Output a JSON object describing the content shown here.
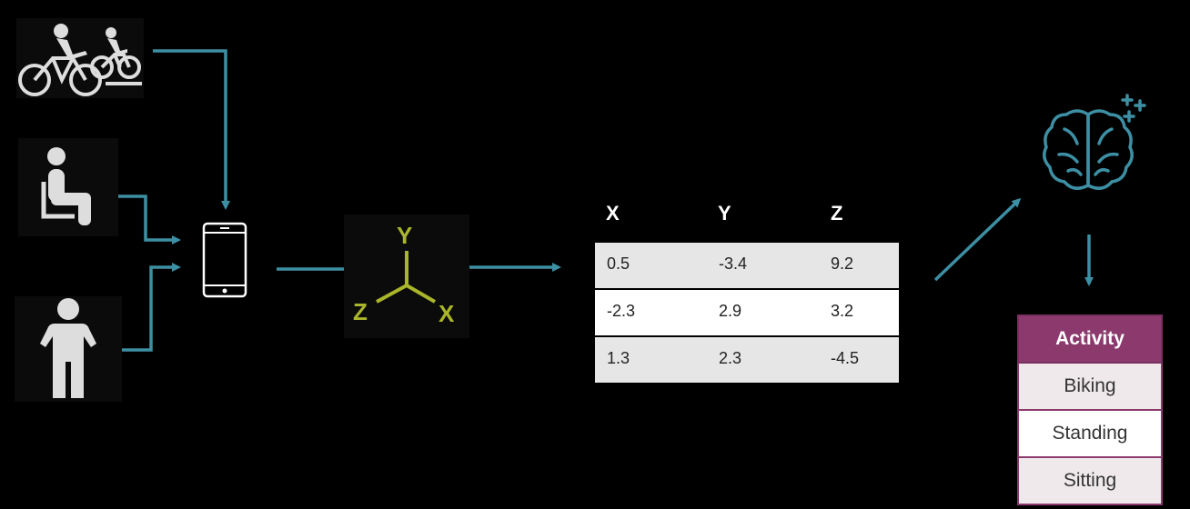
{
  "colors": {
    "arrow": "#3d8fa3",
    "axis": "#a9b52a",
    "header_bg": "#8c3a6e",
    "row_shade": "#e6e6e6"
  },
  "icons": [
    "biking-people-icon",
    "sitting-person-icon",
    "standing-person-icon",
    "smartphone-icon",
    "xyz-axes-icon",
    "brain-icon"
  ],
  "axes": {
    "y": "Y",
    "z": "Z",
    "x": "X"
  },
  "table": {
    "headers": [
      "X",
      "Y",
      "Z"
    ],
    "rows": [
      [
        "0.5",
        "-3.4",
        "9.2"
      ],
      [
        "-2.3",
        "2.9",
        "3.2"
      ],
      [
        "1.3",
        "2.3",
        "-4.5"
      ]
    ]
  },
  "activity": {
    "header": "Activity",
    "items": [
      "Biking",
      "Standing",
      "Sitting"
    ]
  }
}
